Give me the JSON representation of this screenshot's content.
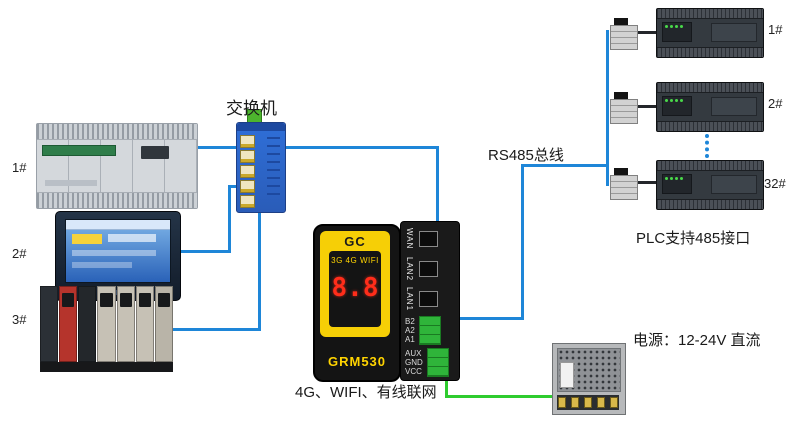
{
  "labels": {
    "switch": "交换机",
    "rs485_bus": "RS485总线",
    "plc_support": "PLC支持485接口",
    "connectivity": "4G、WIFI、有线联网",
    "power": "电源：12-24V 直流"
  },
  "left_devices": {
    "plc": {
      "label": "1#"
    },
    "hmi": {
      "label": "2#"
    },
    "rack": {
      "label": "3#"
    }
  },
  "right_plcs": [
    {
      "label": "1#"
    },
    {
      "label": "2#"
    },
    {
      "label": "32#"
    }
  ],
  "grm_device": {
    "brand": "GC",
    "radio_modes": "3G 4G WIFI",
    "display_value": "8.8",
    "model": "GRM530"
  },
  "io_panel": {
    "ports": [
      "WAN",
      "LAN2",
      "LAN1"
    ],
    "rs485_terminals": [
      "B2",
      "A2",
      "A1"
    ],
    "power_terminals": [
      "AUX",
      "GND",
      "VCC"
    ]
  },
  "colors": {
    "wire_blue": "#1e86d8",
    "wire_green": "#2ecc2e",
    "switch_blue": "#2f6fd8",
    "grm_yellow": "#f6cf06",
    "terminal_green": "#2fb43a"
  }
}
